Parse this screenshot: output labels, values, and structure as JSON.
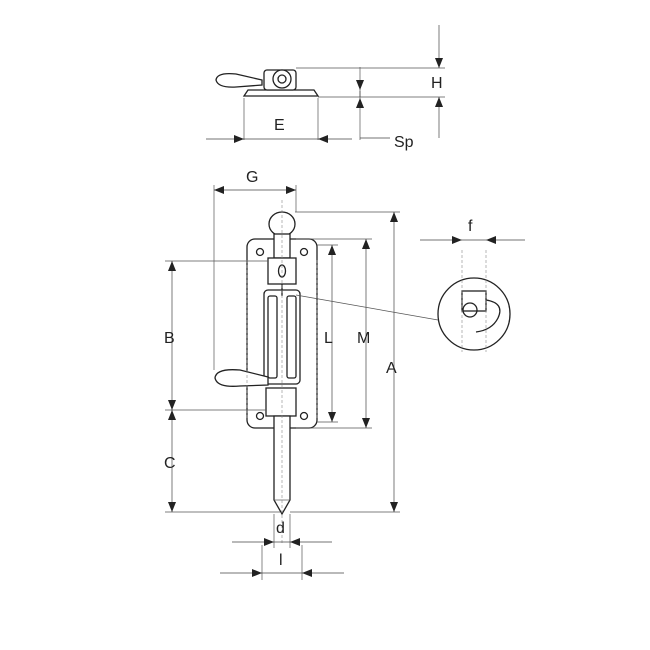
{
  "diagram": {
    "labels": {
      "H": "H",
      "E": "E",
      "Sp": "Sp",
      "G": "G",
      "f": "f",
      "B": "B",
      "L": "L",
      "M": "M",
      "A": "A",
      "C": "C",
      "d": "d",
      "l": "l"
    }
  }
}
